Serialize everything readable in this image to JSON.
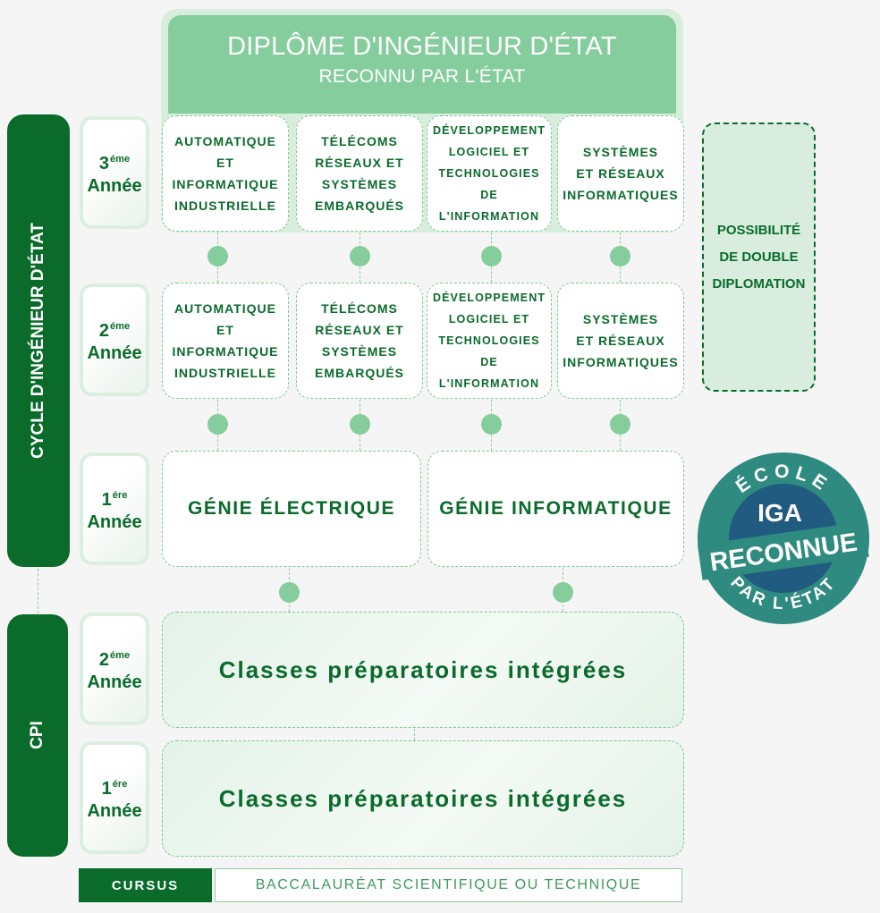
{
  "diploma": {
    "title": "DIPLÔME D'INGÉNIEUR D'ÉTAT",
    "subtitle": "RECONNU PAR L'ÉTAT"
  },
  "side_labels": {
    "cycle": "CYCLE D'INGÉNIEUR D'ÉTAT",
    "cpi": "CPI"
  },
  "years": {
    "y3": {
      "num": "3",
      "sup": "éme",
      "label": "Année"
    },
    "y2": {
      "num": "2",
      "sup": "éme",
      "label": "Année"
    },
    "y1": {
      "num": "1",
      "sup": "ére",
      "label": "Année"
    },
    "cpi2": {
      "num": "2",
      "sup": "éme",
      "label": "Année"
    },
    "cpi1": {
      "num": "1",
      "sup": "ére",
      "label": "Année"
    }
  },
  "specialties": [
    "AUTOMATIQUE\nET\nINFORMATIQUE\nINDUSTRIELLE",
    "TÉLÉCOMS\nRÉSEAUX ET\nSYSTÈMES\nEMBARQUÉS",
    "DÉVELOPPEMENT\nLOGICIEL ET\nTECHNOLOGIES\nDE\nL'INFORMATION",
    "SYSTÈMES\nET RÉSEAUX\nINFORMATIQUES"
  ],
  "first_year": {
    "left": "GÉNIE ÉLECTRIQUE",
    "right": "GÉNIE INFORMATIQUE"
  },
  "prepa": {
    "year2": "Classes préparatoires intégrées",
    "year1": "Classes préparatoires intégrées"
  },
  "double_diploma": "POSSIBILITÉ\nDE DOUBLE\nDIPLOMATION",
  "badge": {
    "top": "ÉCOLE",
    "line1": "IGA",
    "line2": "RECONNUE",
    "bottom": "PAR L'ÉTAT"
  },
  "bottom": {
    "cursus": "CURSUS",
    "bac": "BACCALAURÉAT SCIENTIFIQUE OU TECHNIQUE"
  }
}
